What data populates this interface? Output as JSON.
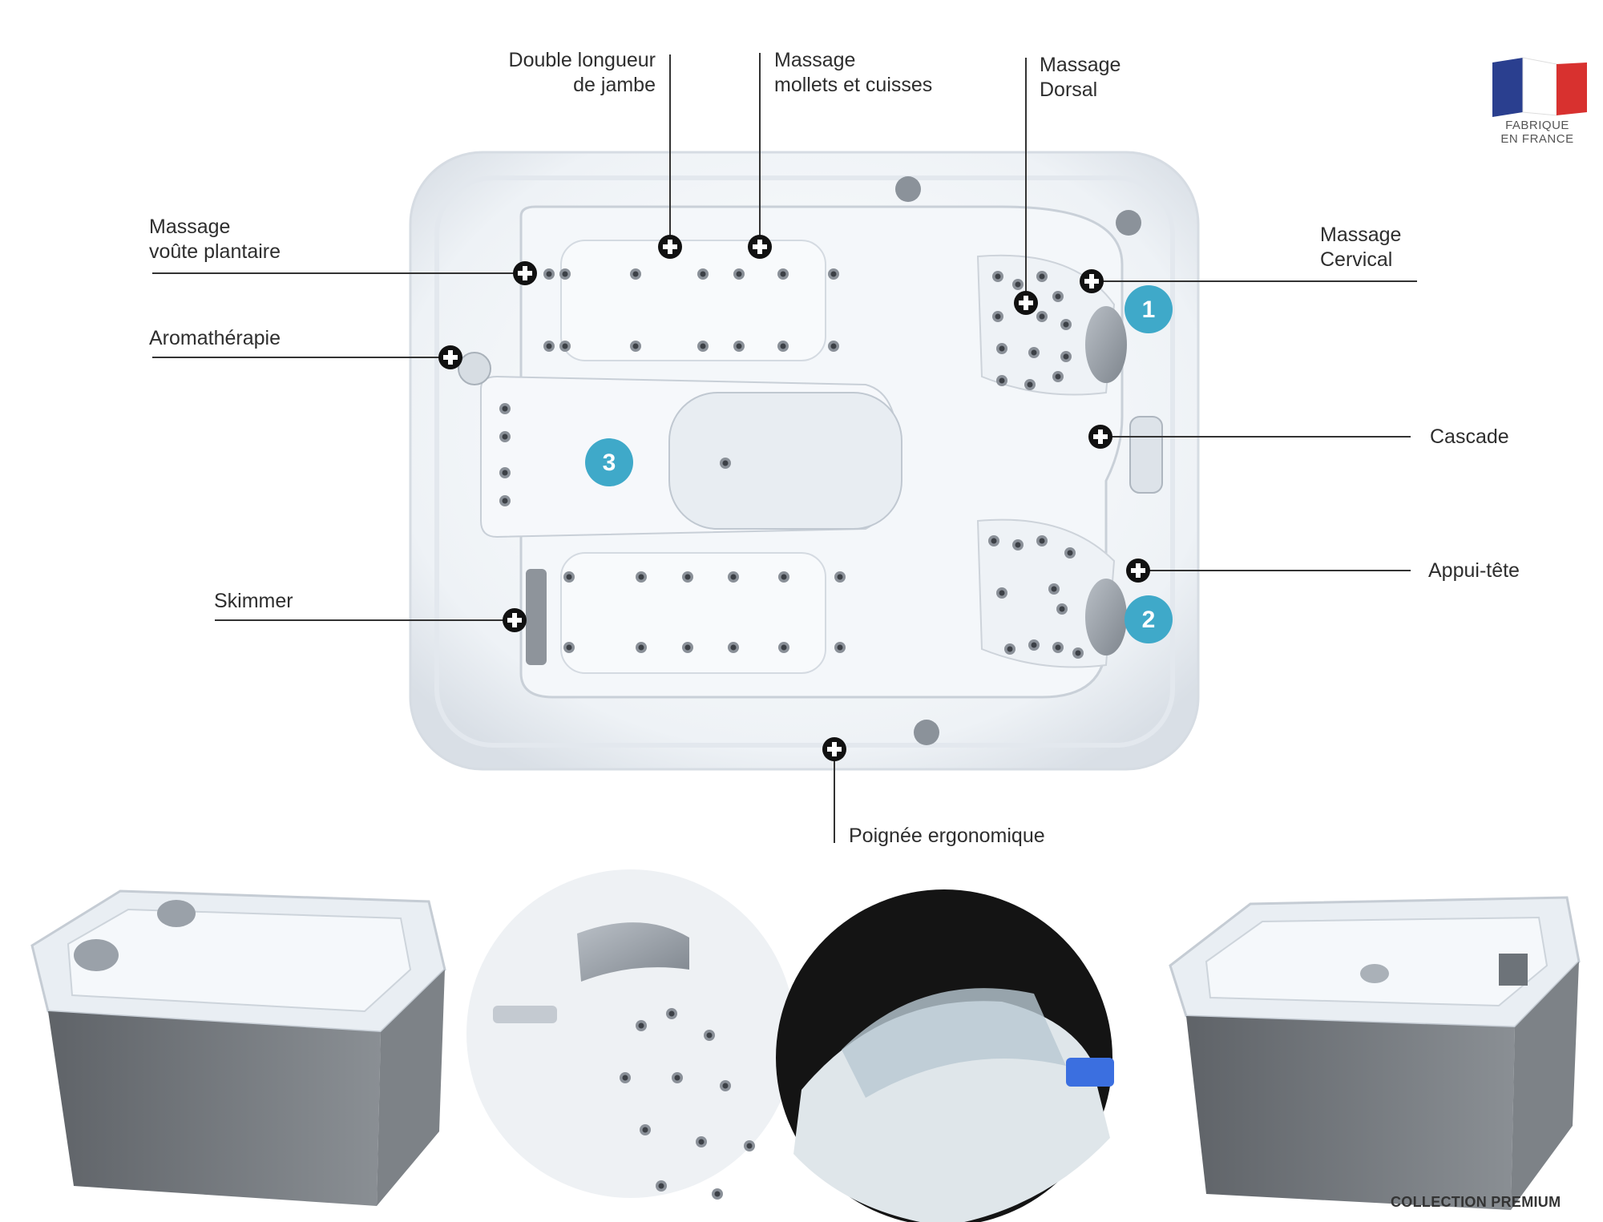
{
  "callouts": {
    "double_longueur": "Double longueur\nde jambe",
    "massage_mollets": "Massage\nmollets et cuisses",
    "massage_dorsal": "Massage\nDorsal",
    "massage_voute": "Massage\nvoûte plantaire",
    "aromatherapie": "Aromathérapie",
    "massage_cervical": "Massage\nCervical",
    "cascade": "Cascade",
    "appui_tete": "Appui-tête",
    "skimmer": "Skimmer",
    "poignee": "Poignée ergonomique"
  },
  "seat_numbers": [
    "1",
    "2",
    "3"
  ],
  "badge": {
    "caption": "FABRIQUE\nEN FRANCE",
    "colors": [
      "#2a3f8f",
      "#ffffff",
      "#d8312f"
    ]
  },
  "footer": {
    "collection": "COLLECTION PREMIUM"
  },
  "colors": {
    "seat_badge": "#3fa9c9",
    "shell": "#eef3f7",
    "cabinet": "#6b6f73"
  }
}
